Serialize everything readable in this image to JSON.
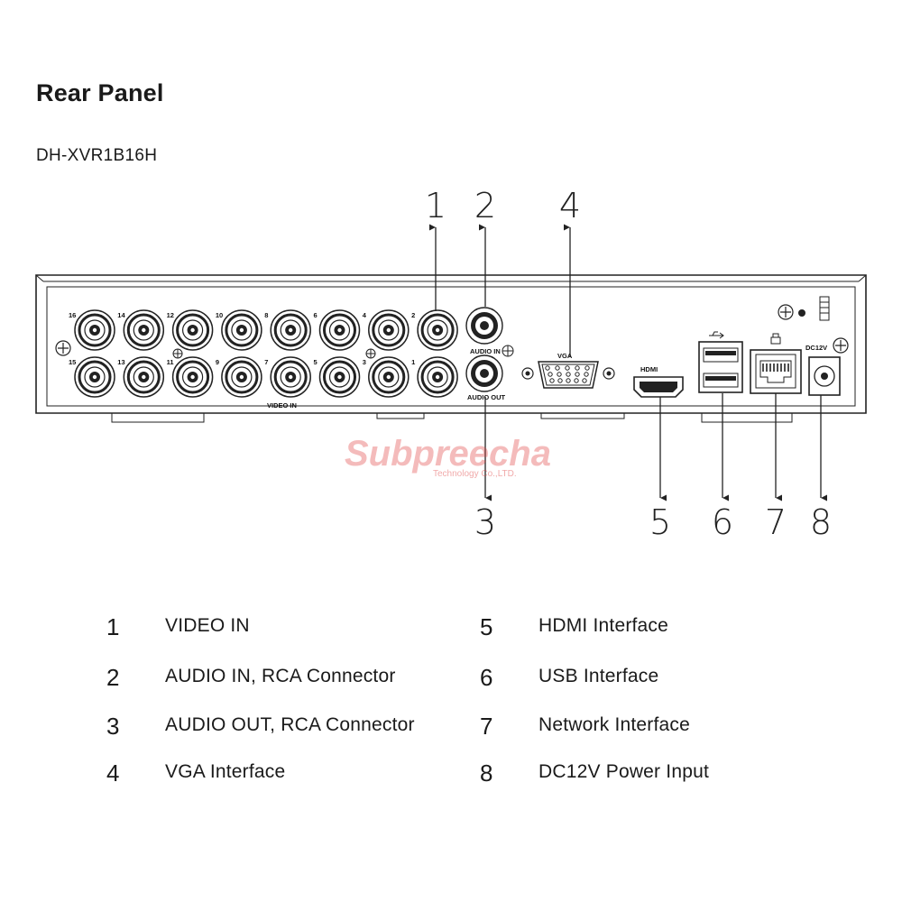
{
  "title": "Rear Panel",
  "model": "DH-XVR1B16H",
  "watermark": {
    "main": "Subpreecha",
    "sub": "Technology Co.,LTD."
  },
  "panel_labels": {
    "video_in": "VIDEO IN",
    "audio_in": "AUDIO IN",
    "audio_out": "AUDIO OUT",
    "vga": "VGA",
    "hdmi": "HDMI",
    "dc": "DC12V",
    "bnc_top": [
      "16",
      "14",
      "12",
      "10",
      "8",
      "6",
      "4",
      "2"
    ],
    "bnc_bottom": [
      "15",
      "13",
      "11",
      "9",
      "7",
      "5",
      "3",
      "1"
    ]
  },
  "callouts": [
    "1",
    "2",
    "3",
    "4",
    "5",
    "6",
    "7",
    "8"
  ],
  "legend": [
    {
      "num": "1",
      "desc": "VIDEO IN"
    },
    {
      "num": "2",
      "desc": "AUDIO IN, RCA Connector"
    },
    {
      "num": "3",
      "desc": "AUDIO OUT, RCA Connector"
    },
    {
      "num": "4",
      "desc": "VGA Interface"
    },
    {
      "num": "5",
      "desc": "HDMI Interface"
    },
    {
      "num": "6",
      "desc": "USB Interface"
    },
    {
      "num": "7",
      "desc": "Network Interface"
    },
    {
      "num": "8",
      "desc": "DC12V Power Input"
    }
  ]
}
